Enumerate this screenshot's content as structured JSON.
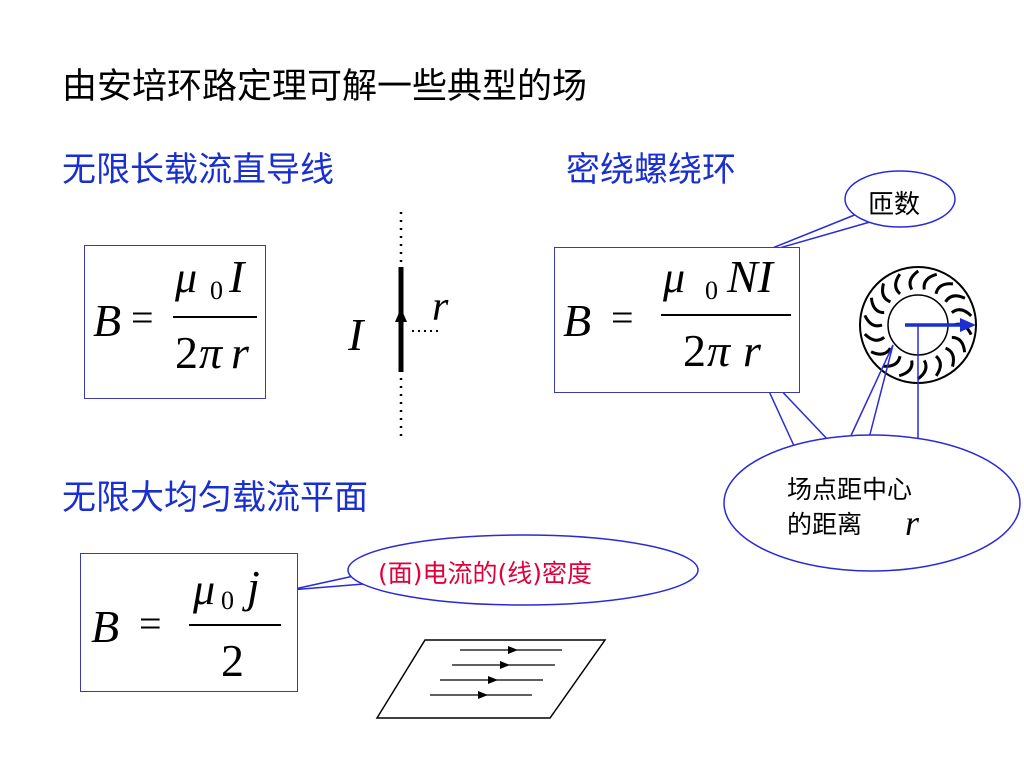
{
  "title": "由安培环路定理可解一些典型的场",
  "sections": {
    "wire": "无限长载流直导线",
    "toroid": "密绕螺绕环",
    "plane": "无限大均匀载流平面"
  },
  "formulas": {
    "wire": {
      "lhs": "B",
      "eq": "=",
      "mu": "μ",
      "sub": "0",
      "num_var": "I",
      "den_num": "2",
      "den_pi": "π",
      "den_var": "r"
    },
    "toroid": {
      "lhs": "B",
      "eq": "=",
      "mu": "μ",
      "sub": "0",
      "num_var": "NI",
      "den_num": "2",
      "den_pi": "π",
      "den_var": "r"
    },
    "plane": {
      "lhs": "B",
      "eq": "=",
      "mu": "μ",
      "sub": "0",
      "num_var": "j",
      "den": "2"
    }
  },
  "wire_diagram": {
    "current_label": "I",
    "distance_label": "r"
  },
  "callouts": {
    "turns": "匝数",
    "distance_line1": "场点距中心",
    "distance_line2": "的距离",
    "distance_var": "r",
    "current_density": "(面)电流的(线)密度"
  },
  "colors": {
    "heading": "#1a2fd0",
    "box_border": "#3a3ab0",
    "callout_border": "#2a2ad8",
    "callout_red_text": "#e0003c",
    "arrow": "#1a2fd0"
  }
}
